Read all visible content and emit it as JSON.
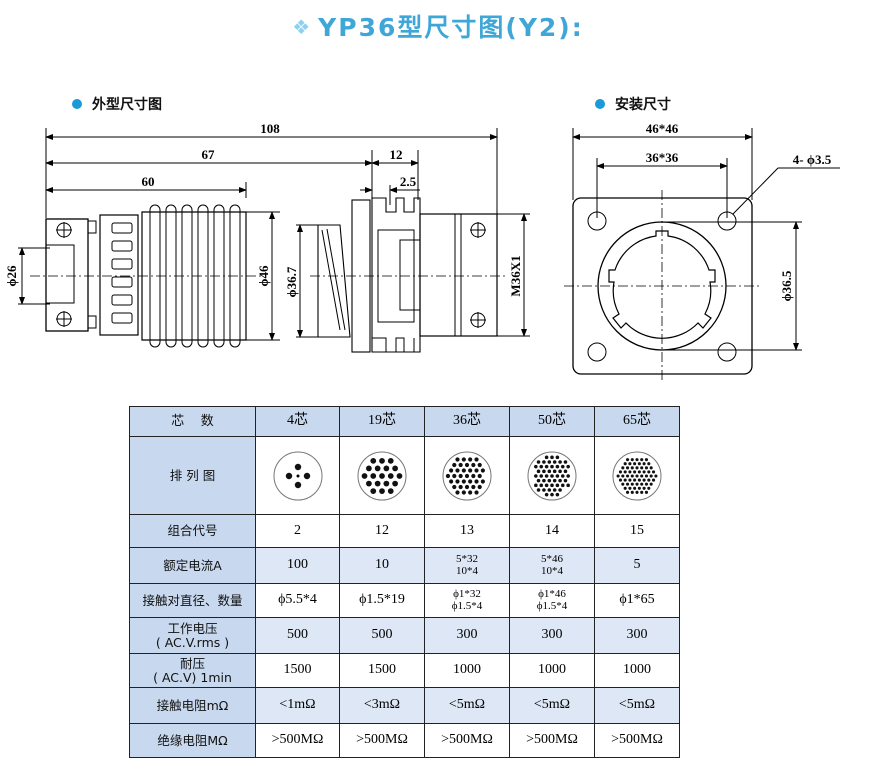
{
  "title": "YP36型尺寸图(Y2):",
  "outer_view": {
    "label": "外型尺寸图",
    "dims": {
      "total_length": "108",
      "length_67": "67",
      "length_60": "60",
      "width_12": "12",
      "width_2_5": "2.5",
      "dia_26": "ϕ26",
      "dia_46": "ϕ46",
      "dia_36_7": "ϕ36.7",
      "thread": "M36X1"
    }
  },
  "install_view": {
    "label": "安装尺寸",
    "dims": {
      "outer_square": "46*46",
      "hole_spacing": "36*36",
      "holes": "4- ϕ3.5",
      "dia_36_5": "ϕ36.5"
    }
  },
  "table": {
    "header": {
      "label": "芯    数",
      "cols": [
        "4芯",
        "19芯",
        "36芯",
        "50芯",
        "65芯"
      ]
    },
    "layout_row": {
      "label": "排 列 图",
      "pins": [
        4,
        19,
        36,
        50,
        65
      ]
    },
    "rows": [
      {
        "label": "组合代号",
        "values": [
          "2",
          "12",
          "13",
          "14",
          "15"
        ]
      },
      {
        "label": "额定电流A",
        "values": [
          "100",
          "10",
          "5*32\n10*4",
          "5*46\n10*4",
          "5"
        ]
      },
      {
        "label": "接触对直径、数量",
        "values": [
          "ϕ5.5*4",
          "ϕ1.5*19",
          "ϕ1*32\nϕ1.5*4",
          "ϕ1*46\nϕ1.5*4",
          "ϕ1*65"
        ]
      },
      {
        "label": "工作电压\n( AC.V.rms )",
        "values": [
          "500",
          "500",
          "300",
          "300",
          "300"
        ]
      },
      {
        "label": "耐压\n( AC.V) 1min",
        "values": [
          "1500",
          "1500",
          "1000",
          "1000",
          "1000"
        ]
      },
      {
        "label": "接触电阻mΩ",
        "values": [
          "<1mΩ",
          "<3mΩ",
          "<5mΩ",
          "<5mΩ",
          "<5mΩ"
        ]
      },
      {
        "label": "绝缘电阻MΩ",
        "values": [
          ">500MΩ",
          ">500MΩ",
          ">500MΩ",
          ">500MΩ",
          ">500MΩ"
        ]
      }
    ]
  },
  "colors": {
    "title": "#3fa6d8",
    "bullet": "#1a9ad6",
    "table_header": "#c8d8ee",
    "table_alt": "#dde7f5"
  }
}
